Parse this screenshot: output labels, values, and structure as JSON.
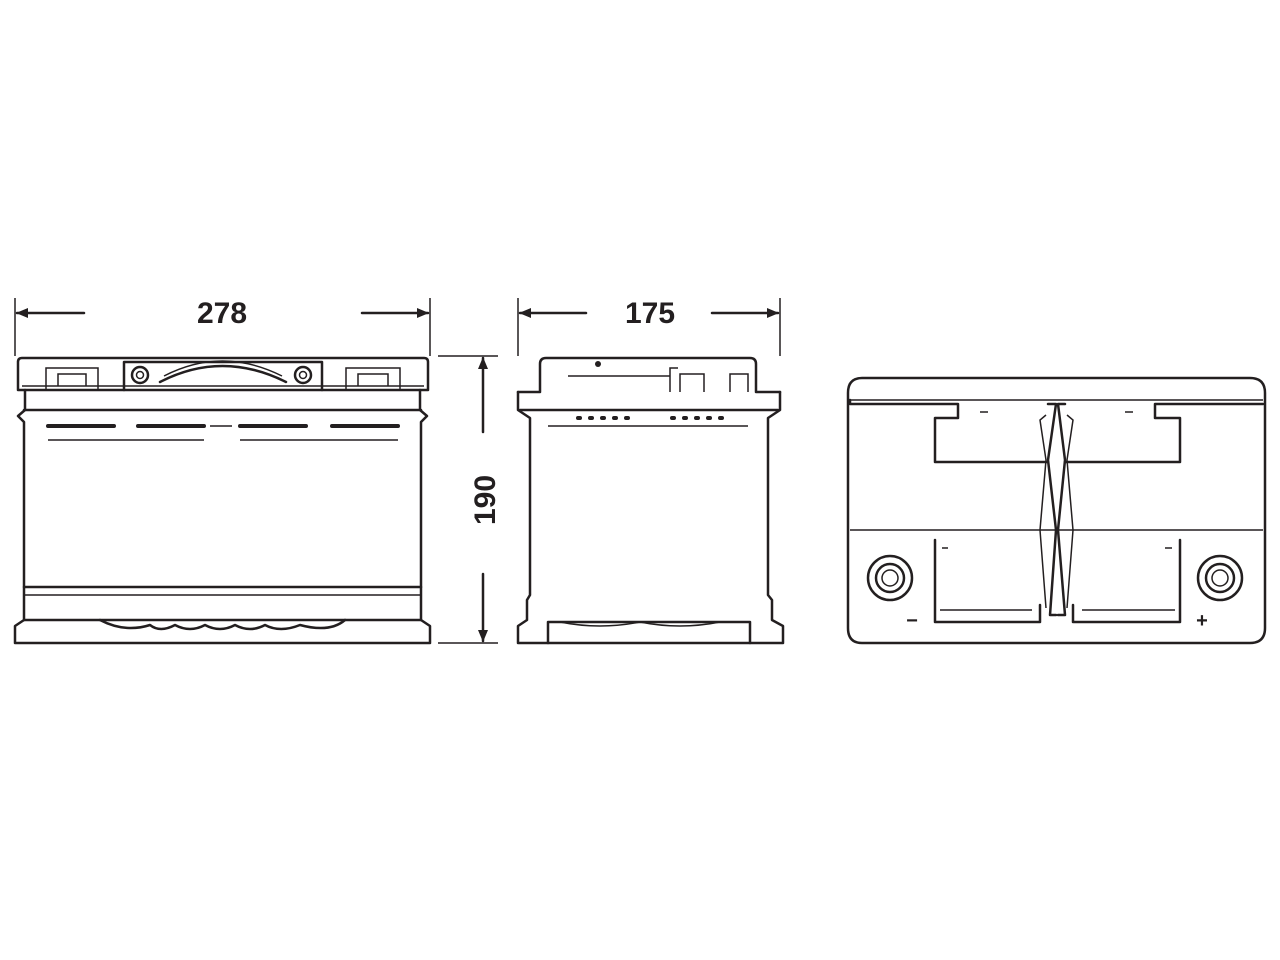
{
  "dimensions": {
    "length": "278",
    "width": "175",
    "height": "190"
  },
  "terminals": {
    "negative": "−",
    "positive": "+"
  },
  "colors": {
    "line": "#231f20",
    "background": "#ffffff"
  }
}
